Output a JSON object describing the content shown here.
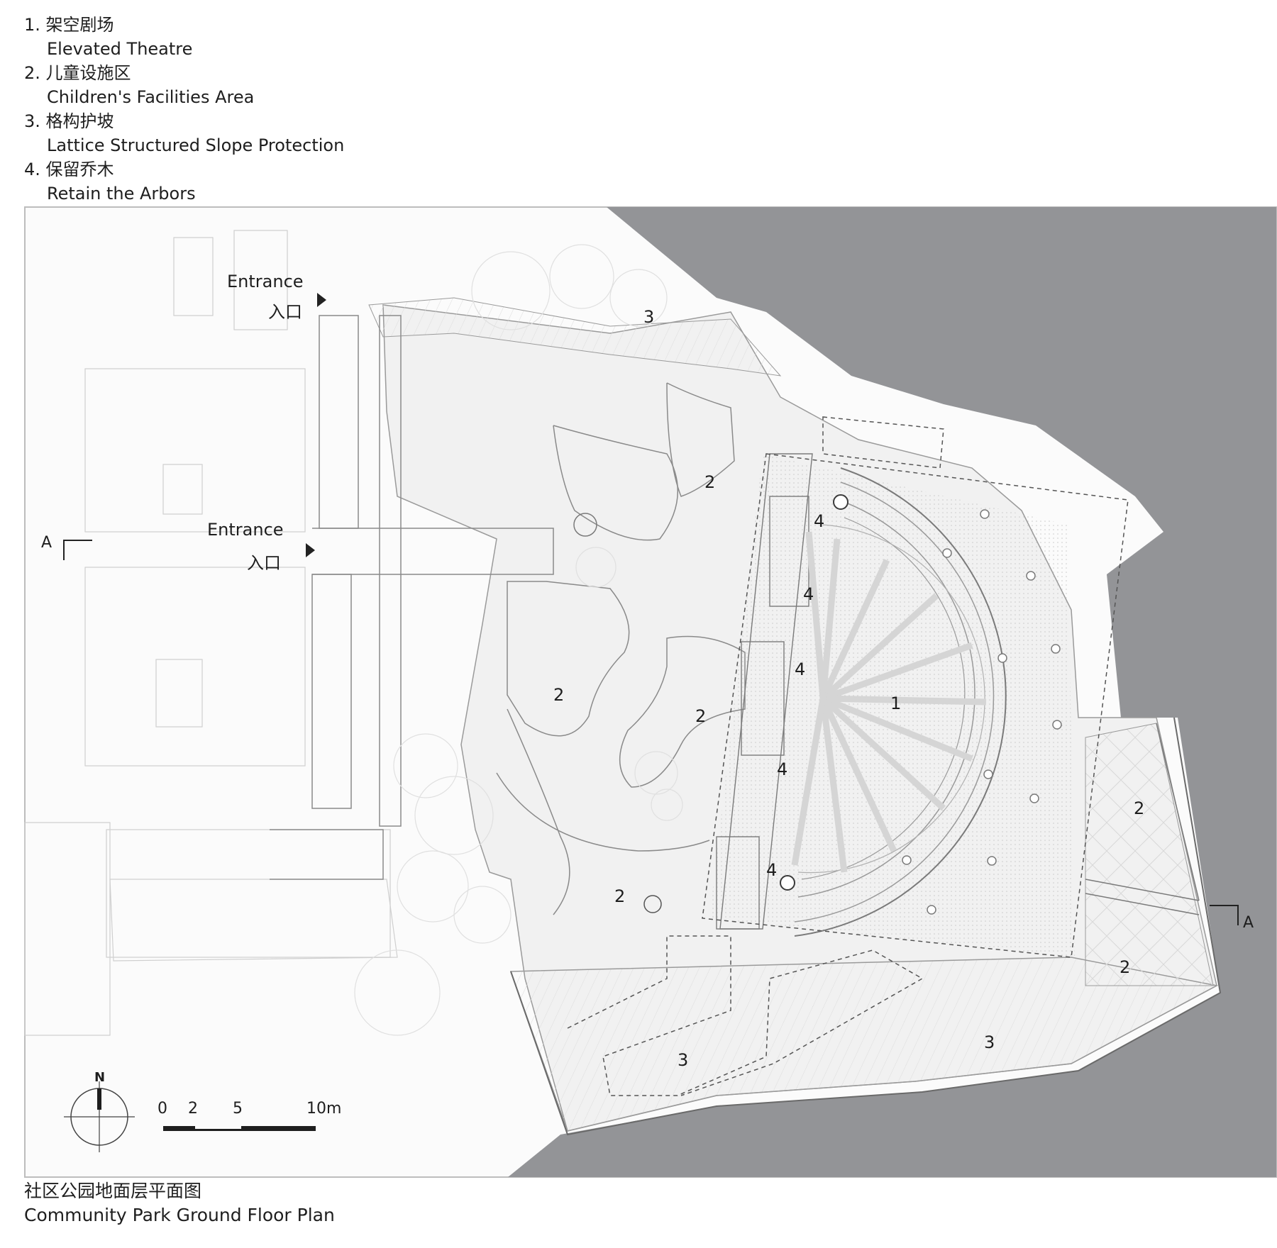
{
  "legend": [
    {
      "num": "1.",
      "cn": "架空剧场",
      "en": "Elevated Theatre"
    },
    {
      "num": "2.",
      "cn": "儿童设施区",
      "en": "Children's Facilities Area"
    },
    {
      "num": "3.",
      "cn": "格构护坡",
      "en": "Lattice Structured Slope Protection"
    },
    {
      "num": "4.",
      "cn": "保留乔木",
      "en": "Retain the Arbors"
    }
  ],
  "entrances": [
    {
      "en": "Entrance",
      "cn": "入口"
    },
    {
      "en": "Entrance",
      "cn": "入口"
    }
  ],
  "section_marker": "A",
  "area_labels": {
    "theatre": "1",
    "children": "2",
    "slope": "3",
    "arbor": "4"
  },
  "north_label": "N",
  "scale_bar": {
    "ticks": [
      "0",
      "2",
      "5",
      "10m"
    ]
  },
  "caption": {
    "cn": "社区公园地面层平面图",
    "en": "Community Park Ground Floor Plan"
  },
  "colors": {
    "water": "#939497",
    "paving": "#f1f1f1",
    "lines": "#9a9a9a",
    "dark_lines": "#3a3a3a",
    "text": "#1e1e1e"
  }
}
